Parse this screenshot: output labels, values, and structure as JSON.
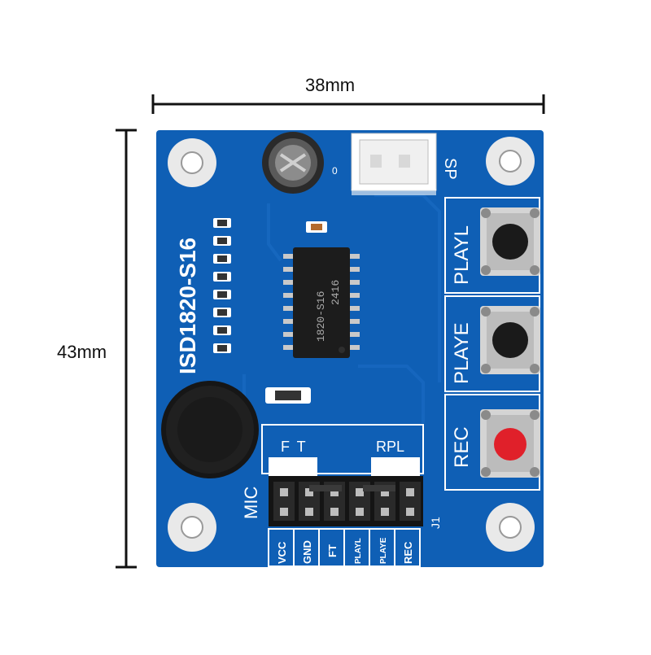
{
  "dimensions": {
    "width": "38mm",
    "height": "43mm"
  },
  "board": {
    "model_label": "ISD1820-S16",
    "speaker_label": "SP",
    "mic_label": "MIC",
    "header_label": "J1",
    "jumper_left_label": "F T",
    "jumper_right_label": "RPL",
    "chip_marking_line1": "1820-S16",
    "chip_marking_line2": "2416",
    "capacitor_marking": "0",
    "buttons": [
      {
        "label": "PLAYL",
        "cap_color": "#1a1a1a"
      },
      {
        "label": "PLAYE",
        "cap_color": "#1a1a1a"
      },
      {
        "label": "REC",
        "cap_color": "#e0202a"
      }
    ],
    "pins": [
      "VCC",
      "GND",
      "FT",
      "PLAYL",
      "PLAYE",
      "REC"
    ],
    "colors": {
      "pcb": "#0f5fb5",
      "silkscreen": "#ffffff",
      "ic": "#1c1c1c"
    }
  }
}
